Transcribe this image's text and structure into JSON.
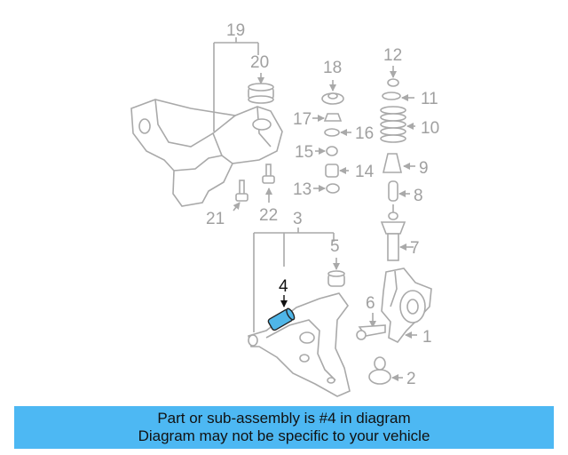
{
  "callouts": {
    "c1": "1",
    "c2": "2",
    "c3": "3",
    "c4": "4",
    "c5": "5",
    "c6": "6",
    "c7": "7",
    "c8": "8",
    "c9": "9",
    "c10": "10",
    "c11": "11",
    "c12": "12",
    "c13": "13",
    "c14": "14",
    "c15": "15",
    "c16": "16",
    "c17": "17",
    "c18": "18",
    "c19": "19",
    "c20": "20",
    "c21": "21",
    "c22": "22"
  },
  "highlighted_part": "4",
  "colors": {
    "highlight": "#4fb6e8",
    "banner": "#4db8f3",
    "line_art": "#a9a9a9"
  },
  "banner": {
    "line1": "Part or sub-assembly is #4 in diagram",
    "line2": "Diagram may not be specific to your vehicle"
  }
}
